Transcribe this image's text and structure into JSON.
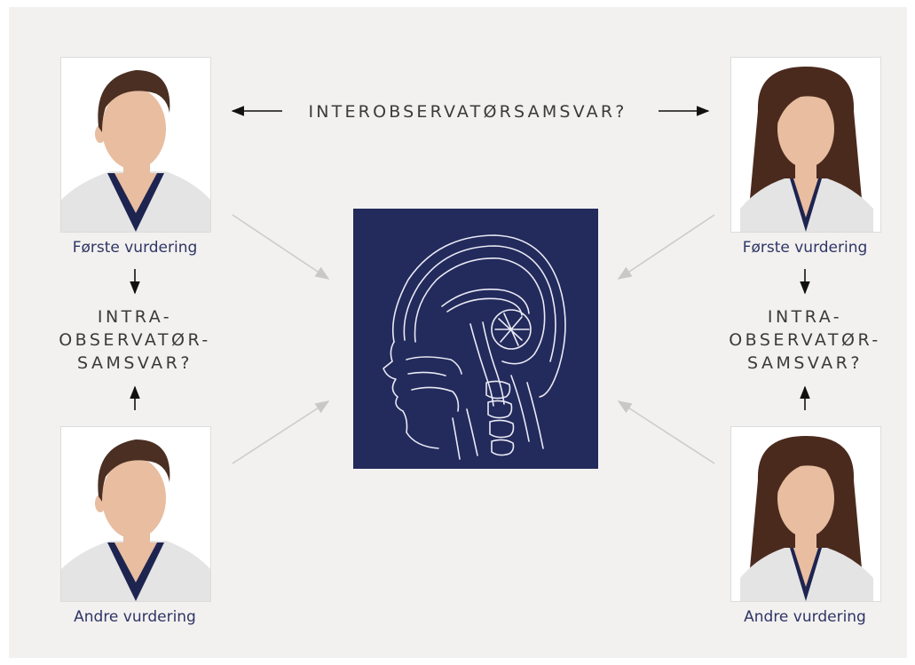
{
  "title": "INTEROBSERVATØRSAMSVAR?",
  "left_column": {
    "first_caption": "Første vurdering",
    "intra_lines": [
      "INTRA-",
      "OBSERVATØR-",
      "SAMSVAR?"
    ],
    "second_caption": "Andre vurdering"
  },
  "right_column": {
    "first_caption": "Første vurdering",
    "intra_lines": [
      "INTRA-",
      "OBSERVATØR-",
      "SAMSVAR?"
    ],
    "second_caption": "Andre vurdering"
  },
  "icons": {
    "center": "head-mri-scan-icon",
    "observer_1": "male-doctor-icon",
    "observer_2": "female-doctor-icon"
  },
  "colors": {
    "scan_background": "#232a5c",
    "caption_text": "#2f3566",
    "panel_background": "#f2f1ef",
    "skin": "#e8bda0",
    "hair_male": "#4a2f22",
    "hair_female": "#4b2a1e",
    "scrubs": "#1e2450"
  }
}
